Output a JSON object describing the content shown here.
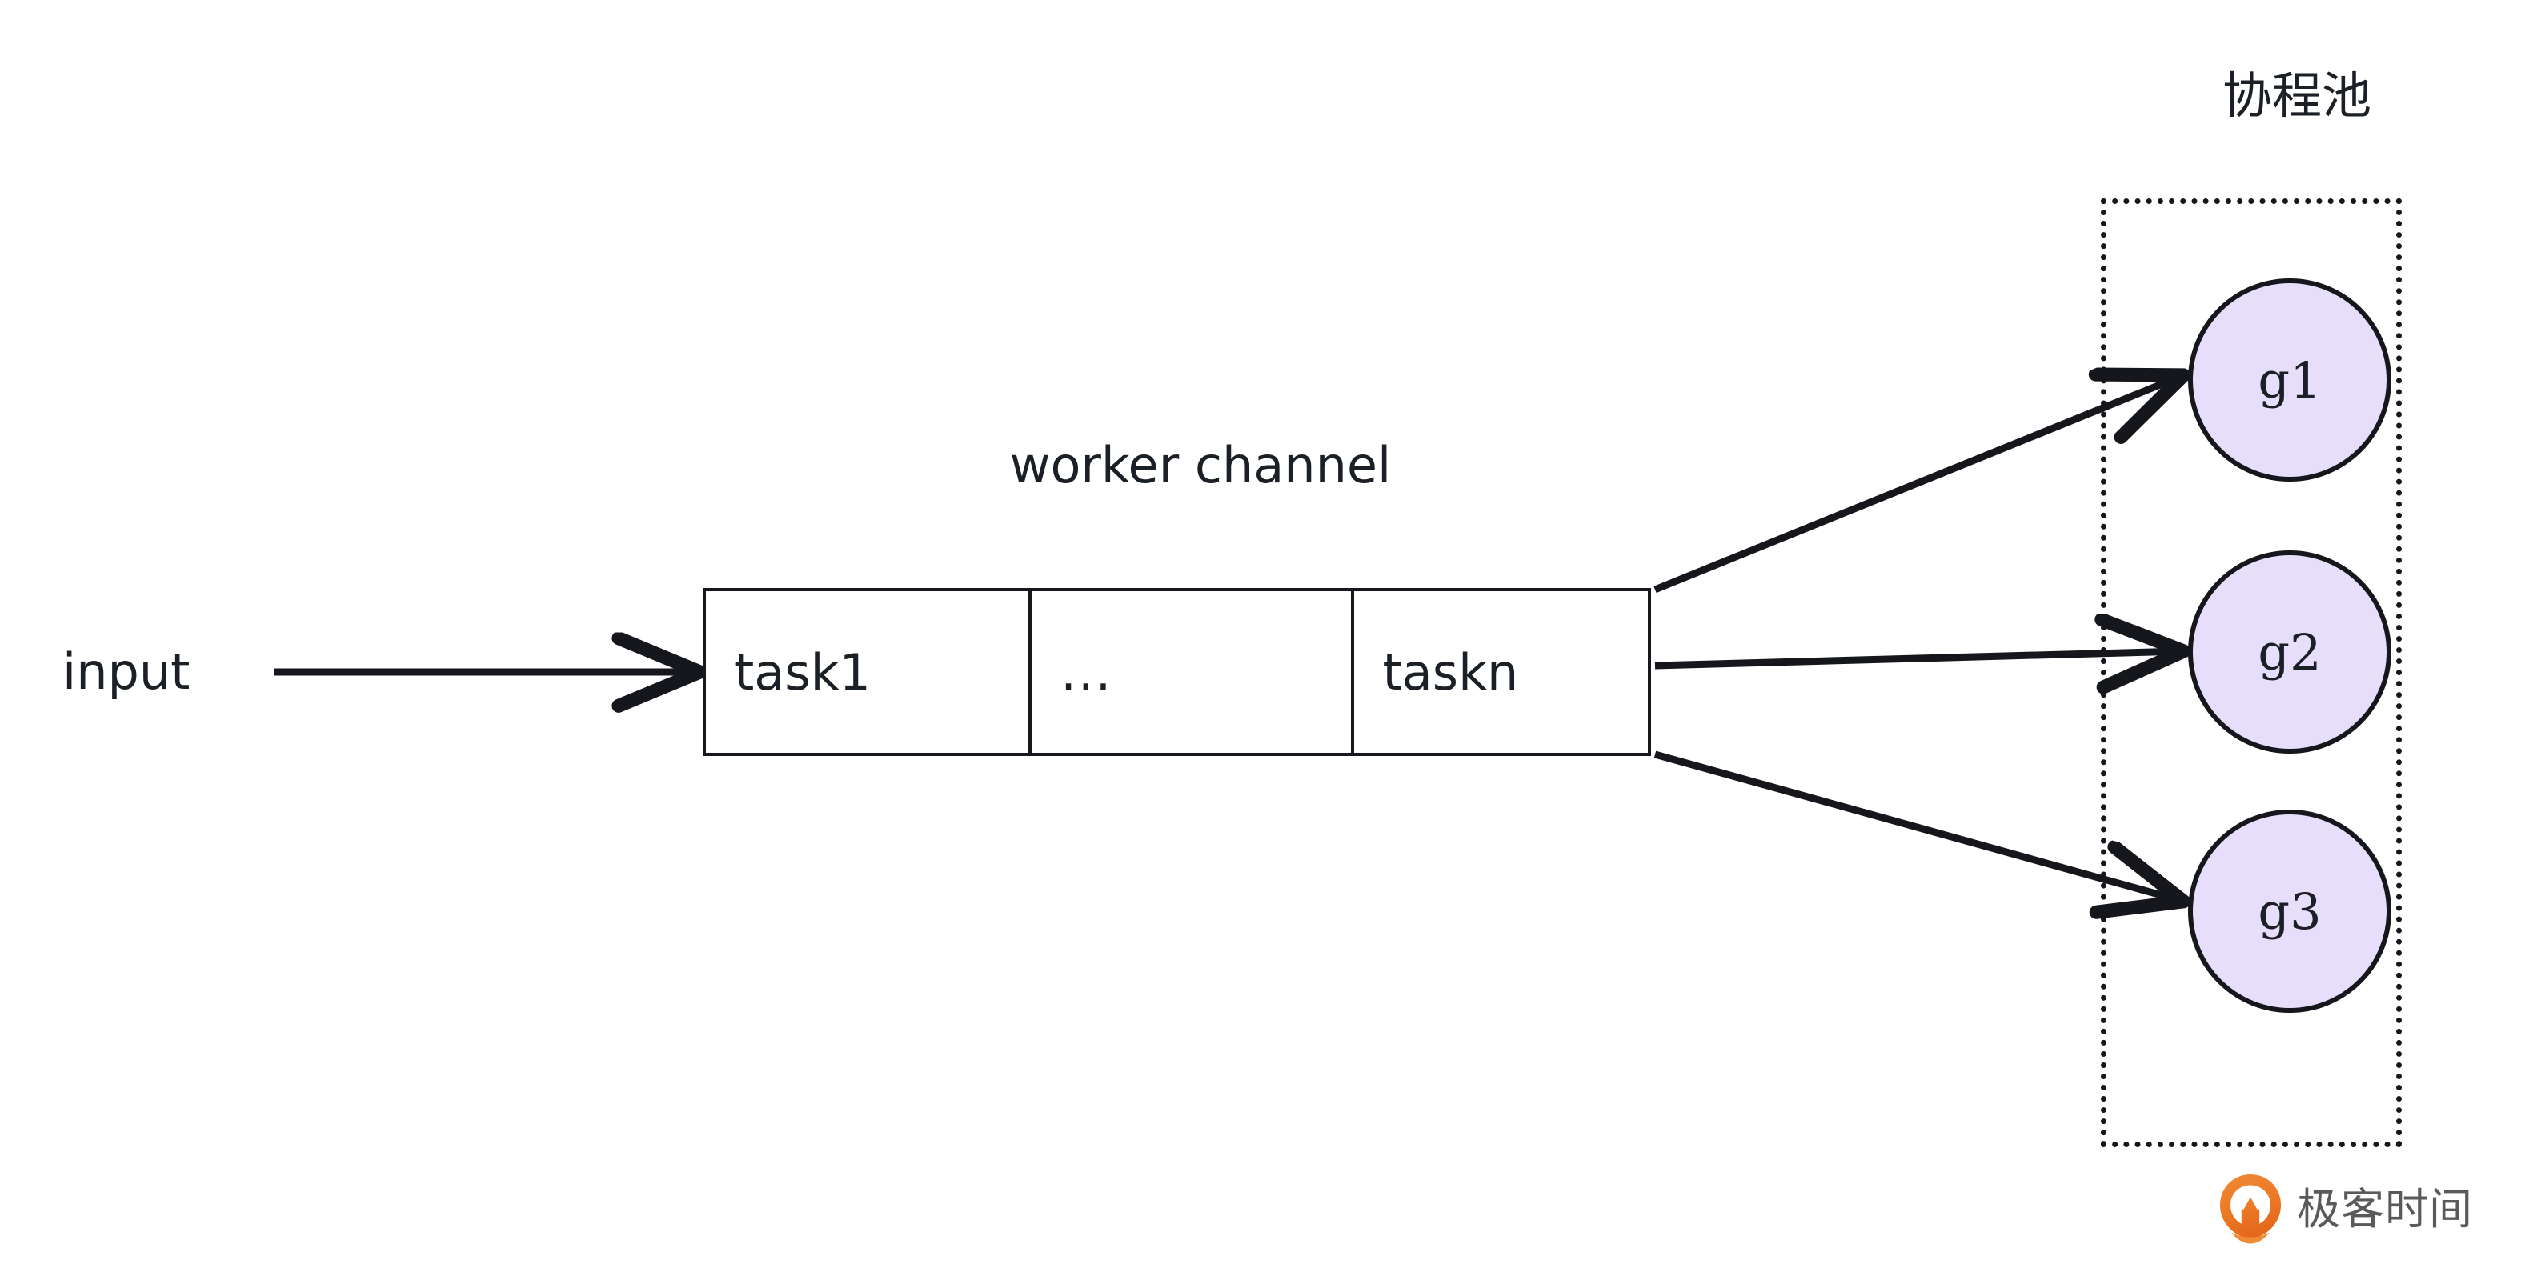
{
  "diagram": {
    "pool": {
      "title": "协程池",
      "container_name": "goroutine-pool-container",
      "goroutines": [
        {
          "label": "g1",
          "fill": "#e6defb",
          "stroke": "#15171c"
        },
        {
          "label": "g2",
          "fill": "#e6defb",
          "stroke": "#15171c"
        },
        {
          "label": "g3",
          "fill": "#e6defb",
          "stroke": "#15171c"
        }
      ]
    },
    "channel": {
      "title": "worker channel",
      "cells": [
        {
          "label": "task1"
        },
        {
          "label": "..."
        },
        {
          "label": "taskn"
        }
      ]
    },
    "input": {
      "label": "input"
    },
    "arrows": {
      "input_to_channel": "input-arrow",
      "channel_to_g1": "dispatch-arrow-g1",
      "channel_to_g2": "dispatch-arrow-g2",
      "channel_to_g3": "dispatch-arrow-g3"
    }
  },
  "watermark": {
    "text": "极客时间",
    "logo_name": "geektime-pin-logo",
    "logo_color": "#ee7b28",
    "text_color": "#5a5a5a"
  },
  "colors": {
    "stroke": "#15171c",
    "text": "#1b1f26",
    "goroutine_fill": "#e6defb",
    "background": "#ffffff"
  }
}
